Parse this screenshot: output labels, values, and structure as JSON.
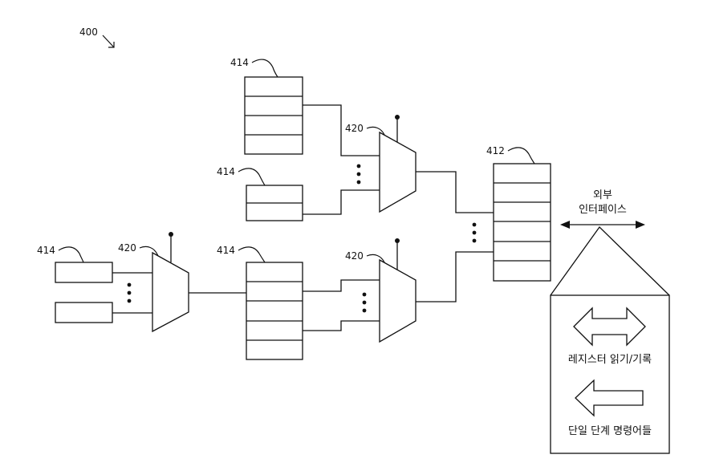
{
  "figure": {
    "number": "400",
    "labels": {
      "register_group": "414",
      "mux": "420",
      "output_register": "412"
    },
    "external_interface": [
      "외부",
      "인터페이스"
    ],
    "legend": {
      "read_write": "레지스터 읽기/기록",
      "single_step": "단일 단계 명령어들"
    }
  }
}
